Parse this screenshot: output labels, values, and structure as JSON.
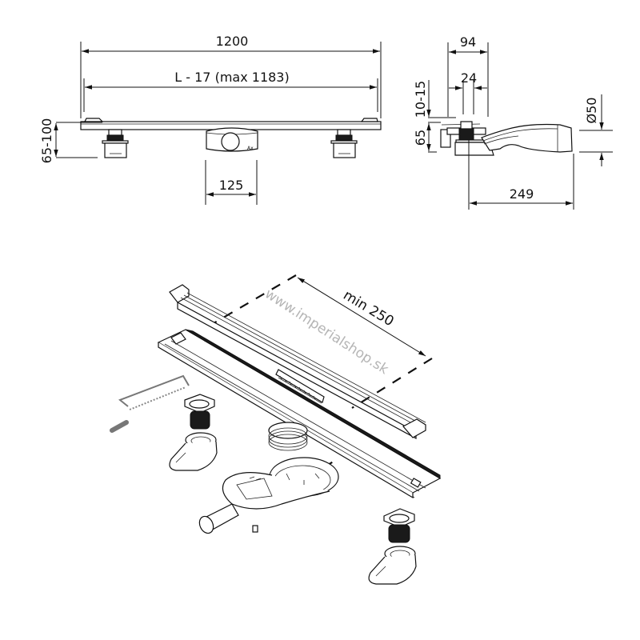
{
  "front_view": {
    "overall_length": "1200",
    "grate_length": "L - 17 (max 1183)",
    "height_range": "65-100",
    "outlet_width": "125"
  },
  "side_view": {
    "total_width": "94",
    "channel_width": "24",
    "grate_adjust": "10-15",
    "height": "65",
    "outlet_diameter": "Ø50",
    "outlet_length": "249"
  },
  "exploded_view": {
    "cut_note": "min 250",
    "watermark": "www.imperialshop.sk"
  },
  "colors": {
    "line": "#111111",
    "watermark": "#b5b5b5",
    "saw": "#777777"
  }
}
